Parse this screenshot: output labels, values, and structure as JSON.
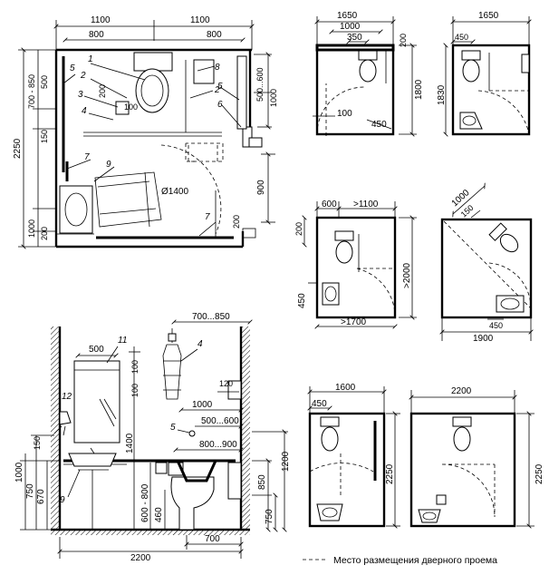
{
  "plan_main": {
    "top_dims": [
      "1100",
      "1100",
      "800",
      "800"
    ],
    "left_dims": [
      "2250",
      "700 - 850",
      "500",
      "150",
      "1000",
      "200"
    ],
    "right_dims": [
      "500...600",
      "1000",
      "900",
      "200"
    ],
    "labels": [
      "1",
      "2",
      "3",
      "4",
      "5",
      "2",
      "5",
      "6",
      "7",
      "8",
      "9",
      "7"
    ],
    "inner_dims": [
      "200",
      "100"
    ],
    "circle": "Ø1400"
  },
  "plan_small_a": {
    "dims": [
      "1650",
      "1000",
      "350",
      "200",
      "1800",
      "100",
      "450"
    ]
  },
  "plan_small_b": {
    "dims": [
      "1650",
      "450",
      "1830"
    ]
  },
  "plan_medium_a": {
    "dims": [
      "600",
      ">1100",
      "200",
      ">2000",
      "450",
      ">1700"
    ]
  },
  "plan_medium_b": {
    "dims": [
      "1000",
      "150",
      "450",
      "1900"
    ]
  },
  "elevation": {
    "top_dims": [
      "700...850"
    ],
    "labels": [
      "11",
      "4",
      "12",
      "5",
      "9"
    ],
    "dims": [
      "500",
      "100",
      "100",
      "120",
      "1000",
      "500...600",
      "800...900",
      "1400",
      "150",
      "1000",
      "750",
      "670",
      "600 - 800",
      "460",
      "850",
      "750",
      "1200"
    ],
    "bottom_dims": [
      "2200",
      "700"
    ]
  },
  "plan_small_c": {
    "dims": [
      "1600",
      "450",
      "2250"
    ]
  },
  "plan_small_d": {
    "dims": [
      "2200",
      "2250"
    ]
  },
  "legend": {
    "text": "Место размещения дверного проема"
  }
}
